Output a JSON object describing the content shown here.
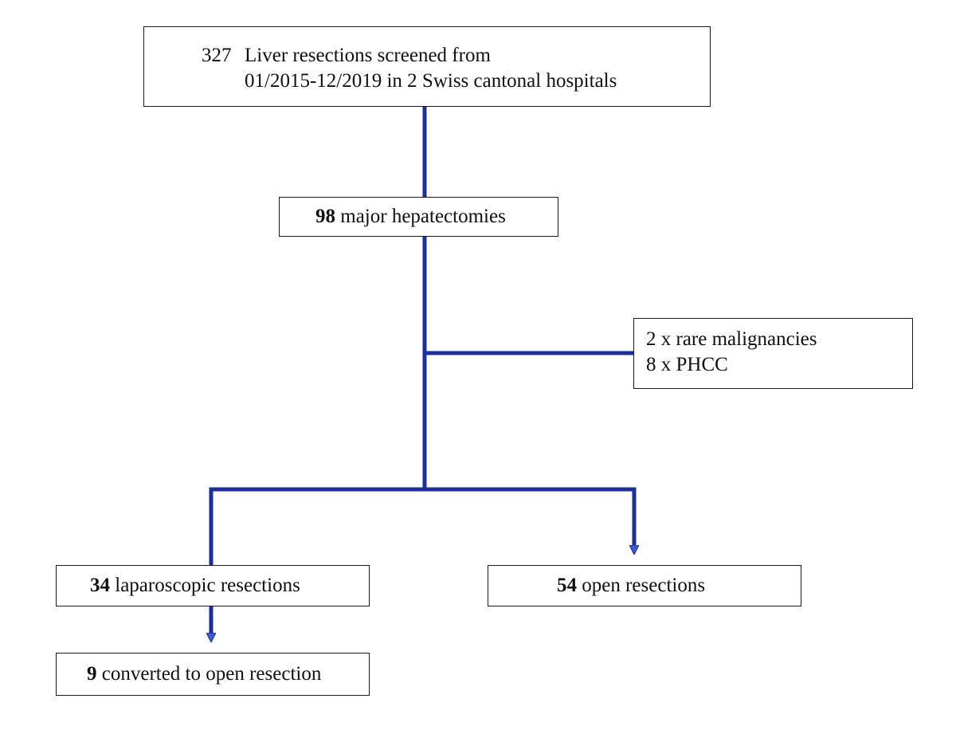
{
  "screened": {
    "count": "327",
    "line1": "Liver resections screened from",
    "line2": "01/2015-12/2019 in 2 Swiss cantonal hospitals"
  },
  "major": {
    "count": "98",
    "label": " major hepatectomies"
  },
  "excluded": {
    "line1": "2 x rare malignancies",
    "line2": "8 x PHCC"
  },
  "laparoscopic": {
    "count": "34",
    "label": " laparoscopic resections"
  },
  "open": {
    "count": "54",
    "label": " open resections"
  },
  "converted": {
    "count": "9",
    "label": " converted to open resection"
  },
  "colors": {
    "connector": "#1a2ea0",
    "border": "#1a1a1a"
  }
}
